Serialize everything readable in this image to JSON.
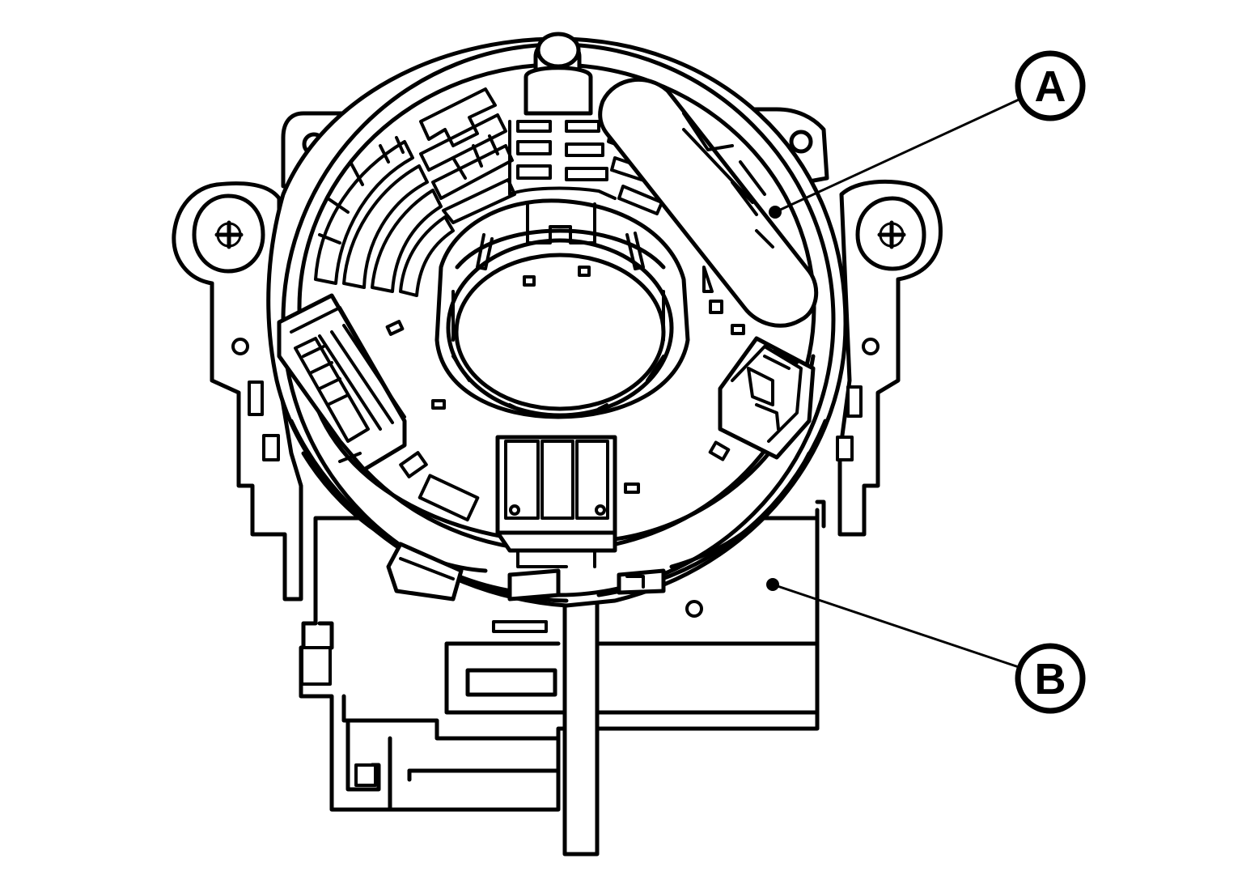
{
  "callouts": [
    {
      "id": "A",
      "label": "A"
    },
    {
      "id": "B",
      "label": "B"
    }
  ],
  "colors": {
    "line": "#000000",
    "background": "#ffffff"
  }
}
